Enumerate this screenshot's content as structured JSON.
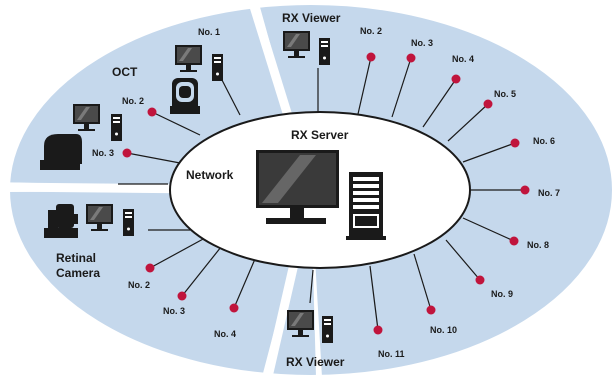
{
  "diagram": {
    "server": {
      "label": "RX Server",
      "icon": "server-workstation-icon"
    },
    "network": {
      "label": "Network"
    },
    "groups": {
      "oct": {
        "title": "OCT",
        "icon": "oct-device-icon",
        "nodes": [
          "No. 1",
          "No. 2",
          "No. 3"
        ]
      },
      "viewer_top": {
        "title": "RX Viewer",
        "icon": "computer-icon",
        "nodes": [
          "No. 2",
          "No. 3",
          "No. 4",
          "No. 5",
          "No. 6",
          "No. 7",
          "No. 8",
          "No. 9",
          "No. 10",
          "No. 11"
        ]
      },
      "retinal": {
        "title_line1": "Retinal",
        "title_line2": "Camera",
        "icon": "retinal-camera-icon",
        "nodes": [
          "No. 2",
          "No. 3",
          "No. 4"
        ]
      },
      "viewer_bottom": {
        "title": "RX Viewer",
        "icon": "computer-icon"
      }
    },
    "colors": {
      "sector_fill": "#c5d8ec",
      "node_dot": "#c0143c",
      "line": "#1a1a1a",
      "background": "#ffffff"
    }
  }
}
